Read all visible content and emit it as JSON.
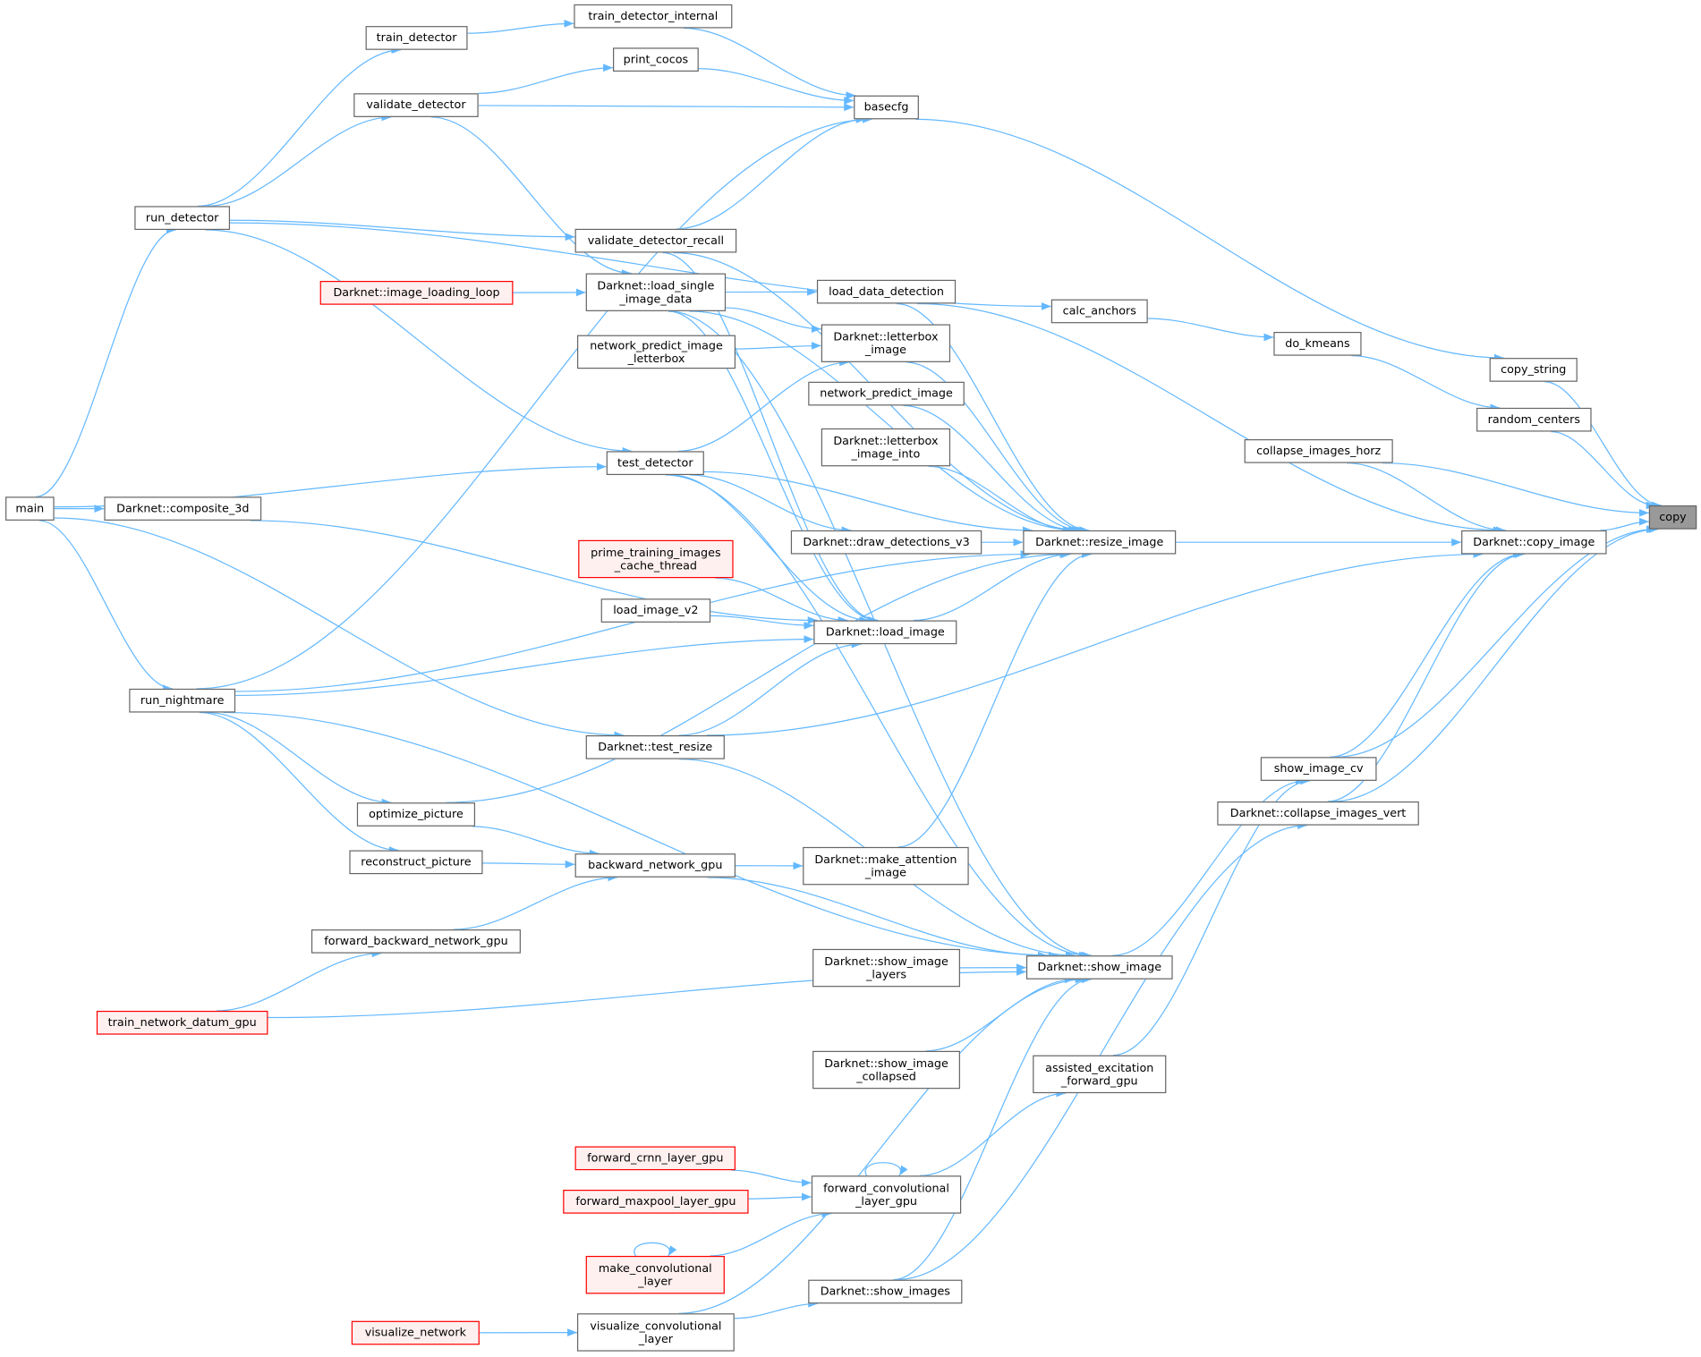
{
  "colors": {
    "edge": "#63b8ff",
    "node_border": "#666666",
    "root_fill": "#999999",
    "incomplete_border": "#ff0000",
    "incomplete_fill": "#fff0f0"
  },
  "nodes": {
    "copy": "copy",
    "copy_image": "Darknet::copy_image",
    "copy_string": "copy_string",
    "random_centers": "random_centers",
    "collapse_images_horz": "collapse_images_horz",
    "show_image_cv": "show_image_cv",
    "collapse_images_vert": "Darknet::collapse_images_vert",
    "basecfg": "basecfg",
    "do_kmeans": "do_kmeans",
    "calc_anchors": "calc_anchors",
    "train_detector_internal": "train_detector_internal",
    "train_detector": "train_detector",
    "print_cocos": "print_cocos",
    "validate_detector": "validate_detector",
    "run_detector": "run_detector",
    "validate_detector_recall": "validate_detector_recall",
    "image_loading_loop": "Darknet::image_loading_loop",
    "load_single_image_data": "Darknet::load_single\n_image_data",
    "load_data_detection": "load_data_detection",
    "network_predict_image_letterbox": "network_predict_image\n_letterbox",
    "letterbox_image": "Darknet::letterbox\n_image",
    "network_predict_image": "network_predict_image",
    "letterbox_image_into": "Darknet::letterbox\n_image_into",
    "test_detector": "test_detector",
    "main": "main",
    "composite_3d": "Darknet::composite_3d",
    "draw_detections_v3": "Darknet::draw_detections_v3",
    "resize_image": "Darknet::resize_image",
    "prime_training_images_cache_thread": "prime_training_images\n_cache_thread",
    "load_image_v2": "load_image_v2",
    "load_image": "Darknet::load_image",
    "run_nightmare": "run_nightmare",
    "test_resize": "Darknet::test_resize",
    "optimize_picture": "optimize_picture",
    "reconstruct_picture": "reconstruct_picture",
    "backward_network_gpu": "backward_network_gpu",
    "make_attention_image": "Darknet::make_attention\n_image",
    "forward_backward_network_gpu": "forward_backward_network_gpu",
    "show_image_layers": "Darknet::show_image\n_layers",
    "show_image": "Darknet::show_image",
    "train_network_datum_gpu": "train_network_datum_gpu",
    "show_image_collapsed": "Darknet::show_image\n_collapsed",
    "assisted_excitation_forward_gpu": "assisted_excitation\n_forward_gpu",
    "forward_crnn_layer_gpu": "forward_crnn_layer_gpu",
    "forward_convolutional_layer_gpu": "forward_convolutional\n_layer_gpu",
    "forward_maxpool_layer_gpu": "forward_maxpool_layer_gpu",
    "make_convolutional_layer": "make_convolutional\n_layer",
    "show_images": "Darknet::show_images",
    "visualize_network": "visualize_network",
    "visualize_convolutional_layer": "visualize_convolutional\n_layer"
  },
  "edges": [
    [
      "copy_string",
      "copy"
    ],
    [
      "random_centers",
      "copy"
    ],
    [
      "collapse_images_horz",
      "copy"
    ],
    [
      "copy_image",
      "copy"
    ],
    [
      "show_image_cv",
      "copy"
    ],
    [
      "collapse_images_vert",
      "copy"
    ],
    [
      "basecfg",
      "copy_string"
    ],
    [
      "do_kmeans",
      "random_centers"
    ],
    [
      "calc_anchors",
      "do_kmeans"
    ],
    [
      "run_detector",
      "calc_anchors"
    ],
    [
      "train_detector_internal",
      "basecfg"
    ],
    [
      "print_cocos",
      "basecfg"
    ],
    [
      "validate_detector",
      "basecfg"
    ],
    [
      "validate_detector_recall",
      "basecfg"
    ],
    [
      "run_nightmare",
      "basecfg"
    ],
    [
      "train_detector",
      "train_detector_internal"
    ],
    [
      "validate_detector",
      "print_cocos"
    ],
    [
      "run_detector",
      "train_detector"
    ],
    [
      "run_detector",
      "validate_detector"
    ],
    [
      "run_detector",
      "validate_detector_recall"
    ],
    [
      "run_detector",
      "test_detector"
    ],
    [
      "main",
      "run_detector"
    ],
    [
      "main",
      "composite_3d"
    ],
    [
      "main",
      "run_nightmare"
    ],
    [
      "main",
      "test_detector"
    ],
    [
      "main",
      "test_resize"
    ],
    [
      "validate_detector",
      "load_single_image_data"
    ],
    [
      "image_loading_loop",
      "load_single_image_data"
    ],
    [
      "load_single_image_data",
      "load_data_detection"
    ],
    [
      "load_single_image_data",
      "letterbox_image"
    ],
    [
      "load_single_image_data",
      "resize_image"
    ],
    [
      "load_single_image_data",
      "load_image"
    ],
    [
      "load_single_image_data",
      "show_image"
    ],
    [
      "network_predict_image_letterbox",
      "letterbox_image"
    ],
    [
      "test_detector",
      "letterbox_image"
    ],
    [
      "test_detector",
      "draw_detections_v3"
    ],
    [
      "test_detector",
      "resize_image"
    ],
    [
      "test_detector",
      "load_image"
    ],
    [
      "test_detector",
      "show_image"
    ],
    [
      "validate_detector_recall",
      "load_image"
    ],
    [
      "validate_detector_recall",
      "resize_image"
    ],
    [
      "load_data_detection",
      "resize_image"
    ],
    [
      "load_data_detection",
      "copy_image"
    ],
    [
      "letterbox_image",
      "resize_image"
    ],
    [
      "network_predict_image",
      "resize_image"
    ],
    [
      "letterbox_image_into",
      "resize_image"
    ],
    [
      "draw_detections_v3",
      "resize_image"
    ],
    [
      "resize_image",
      "copy_image"
    ],
    [
      "load_image",
      "resize_image"
    ],
    [
      "composite_3d",
      "load_image"
    ],
    [
      "prime_training_images_cache_thread",
      "load_image"
    ],
    [
      "load_image_v2",
      "load_image"
    ],
    [
      "run_nightmare",
      "load_image"
    ],
    [
      "run_nightmare",
      "resize_image"
    ],
    [
      "run_nightmare",
      "show_image"
    ],
    [
      "run_nightmare",
      "optimize_picture"
    ],
    [
      "run_nightmare",
      "reconstruct_picture"
    ],
    [
      "test_resize",
      "load_image"
    ],
    [
      "test_resize",
      "copy_image"
    ],
    [
      "test_resize",
      "show_image"
    ],
    [
      "optimize_picture",
      "resize_image"
    ],
    [
      "optimize_picture",
      "backward_network_gpu"
    ],
    [
      "reconstruct_picture",
      "backward_network_gpu"
    ],
    [
      "backward_network_gpu",
      "make_attention_image"
    ],
    [
      "backward_network_gpu",
      "show_image"
    ],
    [
      "forward_backward_network_gpu",
      "backward_network_gpu"
    ],
    [
      "train_network_datum_gpu",
      "forward_backward_network_gpu"
    ],
    [
      "train_network_datum_gpu",
      "show_image"
    ],
    [
      "make_attention_image",
      "resize_image"
    ],
    [
      "show_image_layers",
      "show_image"
    ],
    [
      "show_image_collapsed",
      "show_image"
    ],
    [
      "show_image",
      "show_image_cv"
    ],
    [
      "assisted_excitation_forward_gpu",
      "show_image_cv"
    ],
    [
      "show_image_cv",
      "copy_image"
    ],
    [
      "collapse_images_vert",
      "copy_image"
    ],
    [
      "collapse_images_horz",
      "copy_image"
    ],
    [
      "show_images",
      "collapse_images_vert"
    ],
    [
      "show_images",
      "show_image"
    ],
    [
      "forward_convolutional_layer_gpu",
      "assisted_excitation_forward_gpu"
    ],
    [
      "forward_crnn_layer_gpu",
      "forward_convolutional_layer_gpu"
    ],
    [
      "forward_maxpool_layer_gpu",
      "forward_convolutional_layer_gpu"
    ],
    [
      "make_convolutional_layer",
      "forward_convolutional_layer_gpu"
    ],
    [
      "forward_convolutional_layer_gpu",
      "forward_convolutional_layer_gpu"
    ],
    [
      "make_convolutional_layer",
      "make_convolutional_layer"
    ],
    [
      "visualize_network",
      "visualize_convolutional_layer"
    ],
    [
      "visualize_convolutional_layer",
      "show_images"
    ],
    [
      "visualize_convolutional_layer",
      "show_image"
    ]
  ]
}
